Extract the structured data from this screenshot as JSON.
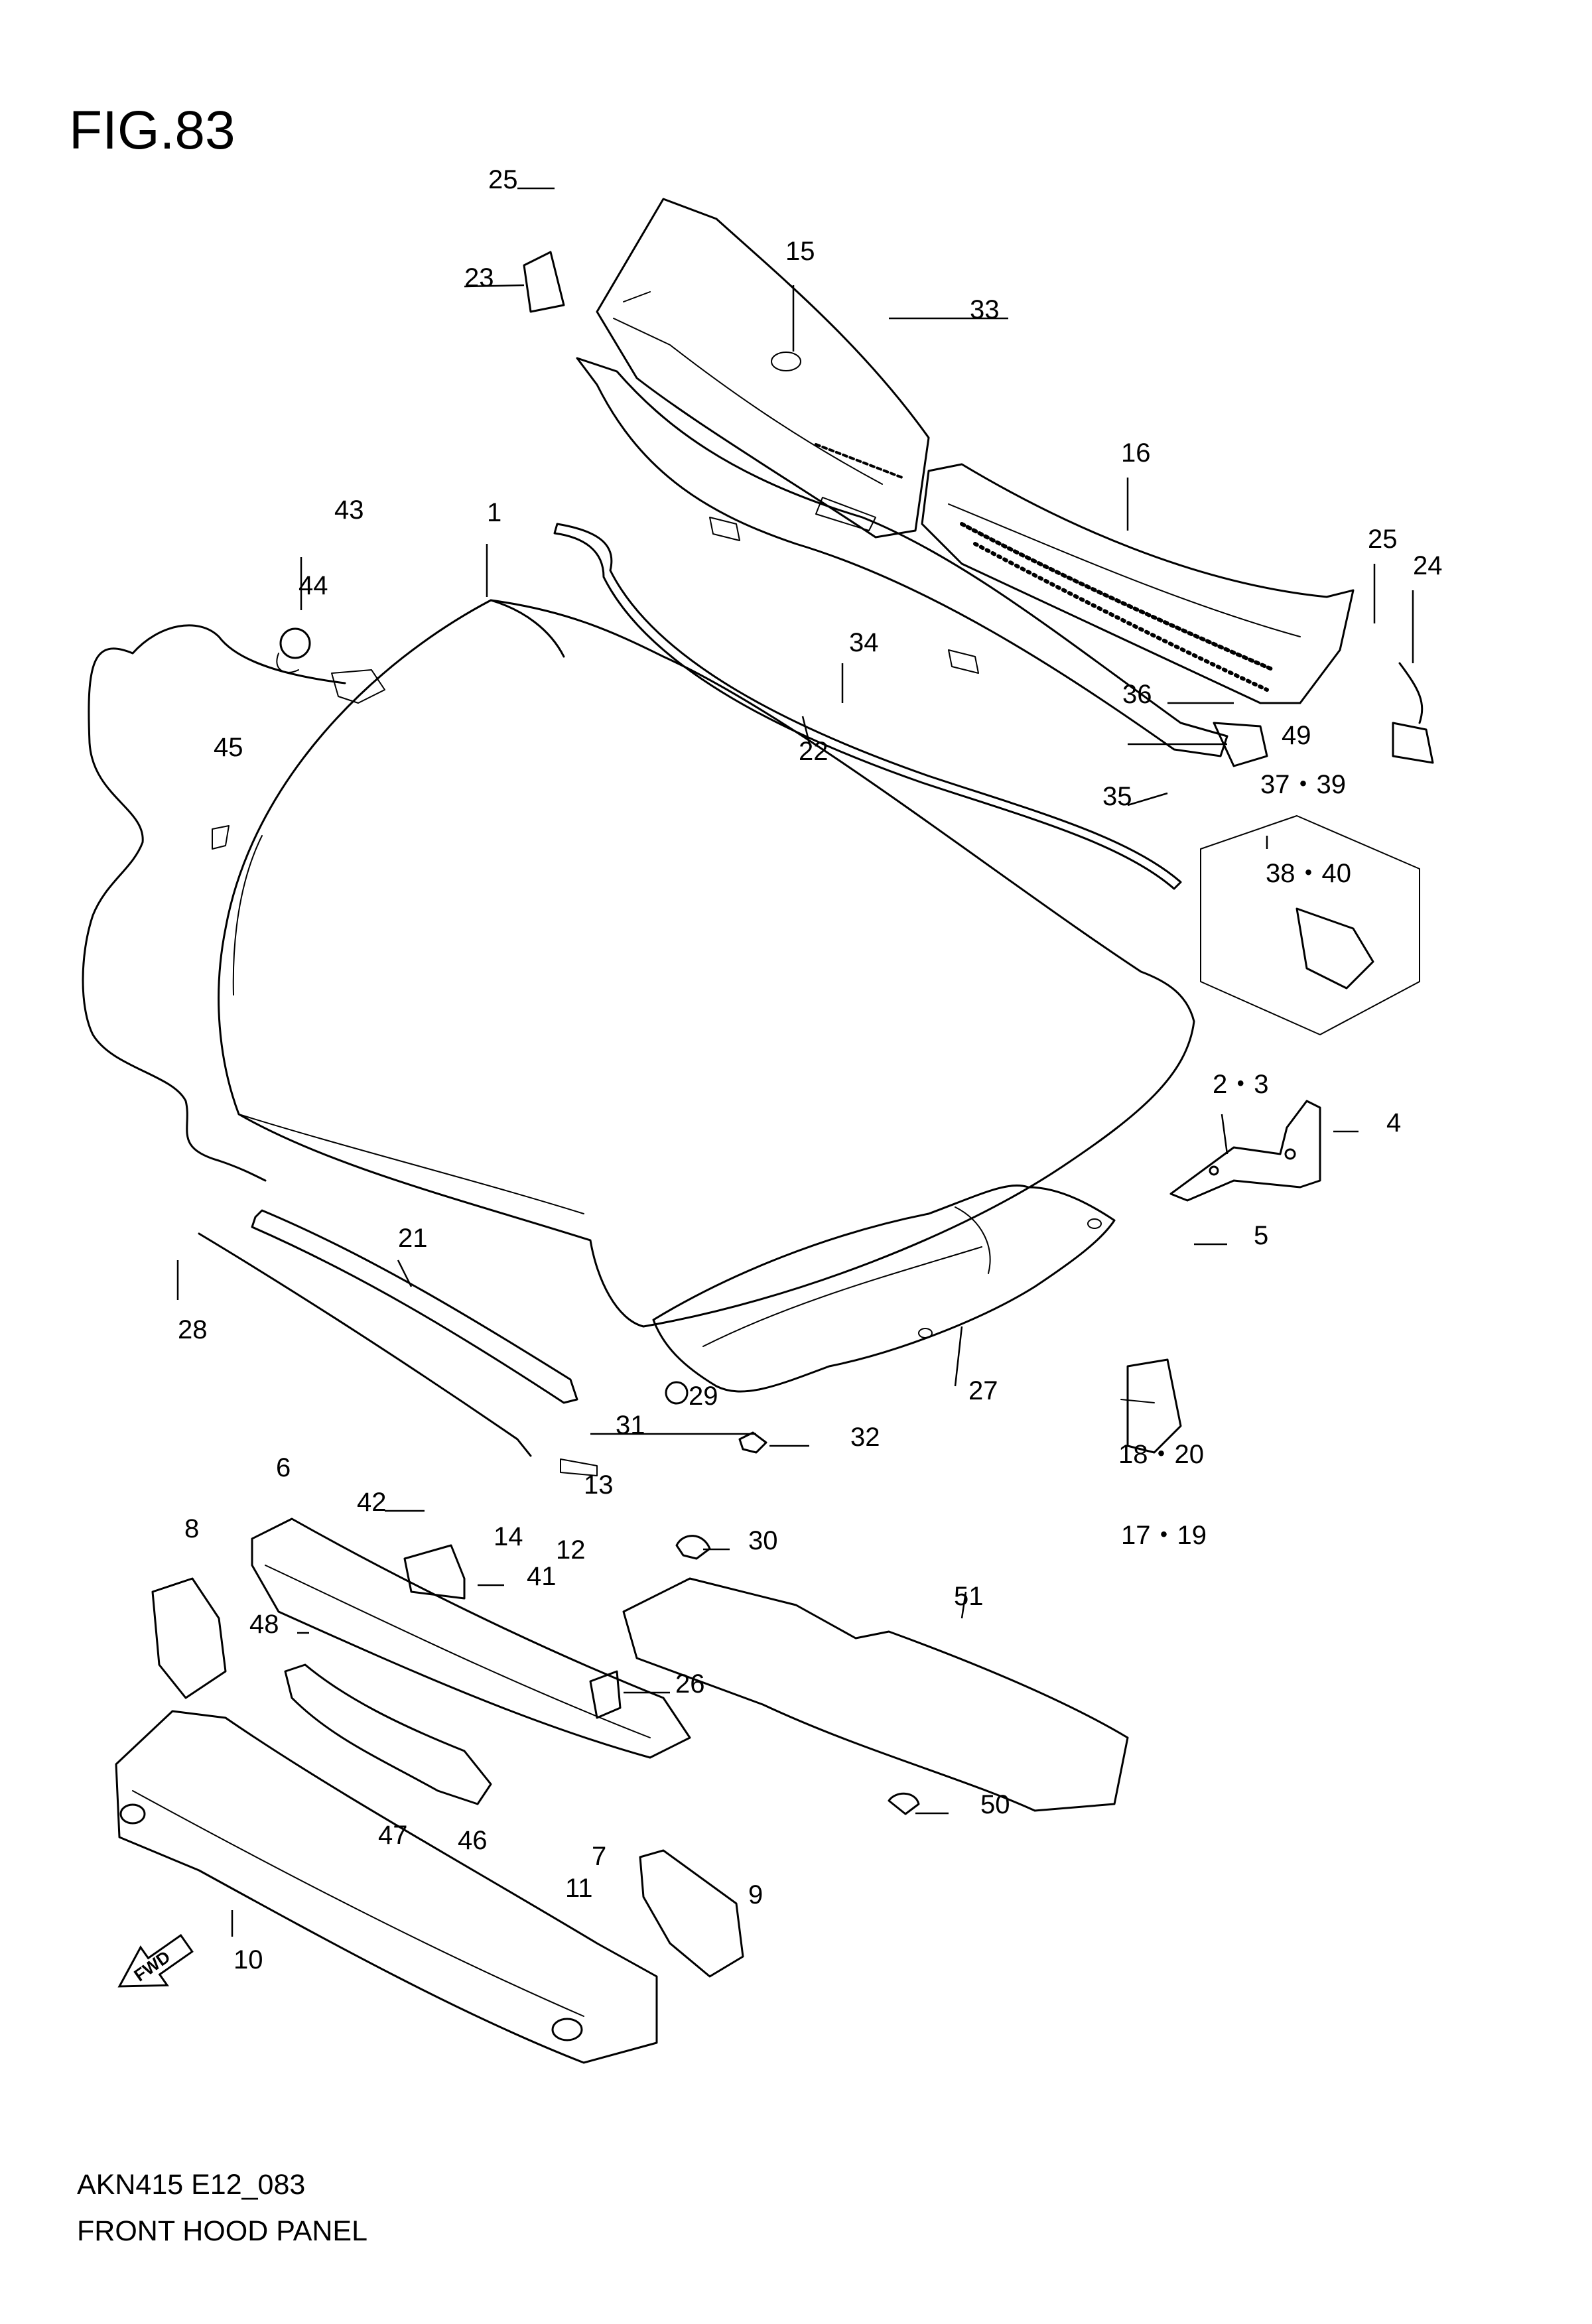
{
  "figure": {
    "title": "FIG.83"
  },
  "footer": {
    "code": "AKN415 E12_083",
    "title": "FRONT HOOD PANEL"
  },
  "direction_badge": {
    "label": "FWD"
  },
  "callouts": [
    {
      "id": "c1",
      "label": "1"
    },
    {
      "id": "c2-3",
      "label": "2・3"
    },
    {
      "id": "c4",
      "label": "4"
    },
    {
      "id": "c5",
      "label": "5"
    },
    {
      "id": "c6",
      "label": "6"
    },
    {
      "id": "c7",
      "label": "7"
    },
    {
      "id": "c8",
      "label": "8"
    },
    {
      "id": "c9",
      "label": "9"
    },
    {
      "id": "c10",
      "label": "10"
    },
    {
      "id": "c11",
      "label": "11"
    },
    {
      "id": "c12",
      "label": "12"
    },
    {
      "id": "c13",
      "label": "13"
    },
    {
      "id": "c14",
      "label": "14"
    },
    {
      "id": "c15",
      "label": "15"
    },
    {
      "id": "c16",
      "label": "16"
    },
    {
      "id": "c17-19",
      "label": "17・19"
    },
    {
      "id": "c18-20",
      "label": "18・20"
    },
    {
      "id": "c21",
      "label": "21"
    },
    {
      "id": "c22",
      "label": "22"
    },
    {
      "id": "c23",
      "label": "23"
    },
    {
      "id": "c24",
      "label": "24"
    },
    {
      "id": "c25a",
      "label": "25"
    },
    {
      "id": "c25b",
      "label": "25"
    },
    {
      "id": "c26",
      "label": "26"
    },
    {
      "id": "c27",
      "label": "27"
    },
    {
      "id": "c28",
      "label": "28"
    },
    {
      "id": "c29",
      "label": "29"
    },
    {
      "id": "c30",
      "label": "30"
    },
    {
      "id": "c31",
      "label": "31"
    },
    {
      "id": "c32",
      "label": "32"
    },
    {
      "id": "c33",
      "label": "33"
    },
    {
      "id": "c34",
      "label": "34"
    },
    {
      "id": "c35",
      "label": "35"
    },
    {
      "id": "c36",
      "label": "36"
    },
    {
      "id": "c37-39",
      "label": "37・39"
    },
    {
      "id": "c38-40",
      "label": "38・40"
    },
    {
      "id": "c41",
      "label": "41"
    },
    {
      "id": "c42",
      "label": "42"
    },
    {
      "id": "c43",
      "label": "43"
    },
    {
      "id": "c44",
      "label": "44"
    },
    {
      "id": "c45",
      "label": "45"
    },
    {
      "id": "c46",
      "label": "46"
    },
    {
      "id": "c47",
      "label": "47"
    },
    {
      "id": "c48",
      "label": "48"
    },
    {
      "id": "c49",
      "label": "49"
    },
    {
      "id": "c50",
      "label": "50"
    },
    {
      "id": "c51",
      "label": "51"
    }
  ]
}
